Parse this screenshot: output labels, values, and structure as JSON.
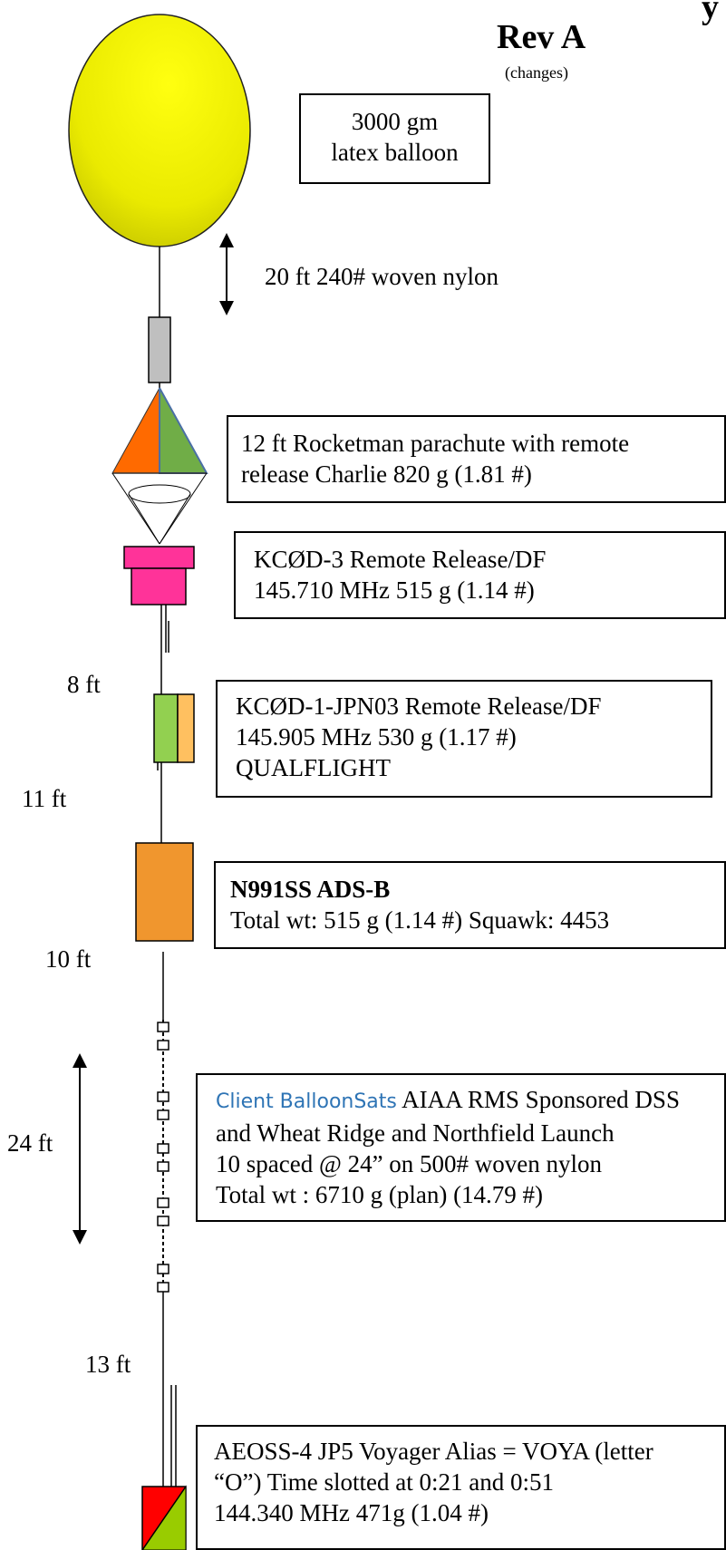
{
  "header": {
    "title_partial": "y",
    "rev": "Rev A",
    "changes": "(changes)"
  },
  "balloon": {
    "line1": "3000 gm",
    "line2": "latex balloon"
  },
  "tether_top": "20 ft 240# woven nylon",
  "parachute": {
    "line1": "12 ft Rocketman parachute with remote",
    "line2": "release Charlie    820 g (1.81 #)"
  },
  "release1": {
    "line1": "KCØD-3 Remote Release/DF",
    "line2": "145.710 MHz 515 g (1.14 #)"
  },
  "release2": {
    "line1": "KCØD-1-JPN03 Remote Release/DF",
    "line2": "145.905 MHz 530 g (1.17 #)",
    "line3": "QUALFLIGHT"
  },
  "adsb": {
    "line1": "N991SS ADS-B",
    "line2": "Total wt:  515 g (1.14 #) Squawk: 4453"
  },
  "client": {
    "prefix": "Client BalloonSats",
    "line1_rest": " AIAA RMS Sponsored DSS",
    "line2": "and Wheat Ridge and Northfield Launch",
    "line3": "10 spaced @ 24” on 500# woven nylon",
    "line4": "Total wt : 6710 g (plan)  (14.79 #)"
  },
  "aeoss": {
    "line1": "AEOSS-4 JP5 Voyager  Alias = VOYA (letter",
    "line2": "“O”) Time slotted at 0:21 and 0:51",
    "line3": "144.340 MHz   471g (1.04 #)"
  },
  "distances": {
    "d8": "8 ft",
    "d11": "11 ft",
    "d10": "10 ft",
    "d24": "24 ft",
    "d13": "13 ft"
  },
  "colors": {
    "balloon": "#f5f500",
    "parachute_left": "#ff6a00",
    "parachute_right": "#70ad47",
    "release1": "#ff3399",
    "release2_left": "#92d050",
    "release2_right": "#ffc060",
    "adsb": "#f0962e",
    "aeoss_red": "#ff0000",
    "aeoss_green": "#99cc00",
    "client_text": "#2e74b5"
  }
}
